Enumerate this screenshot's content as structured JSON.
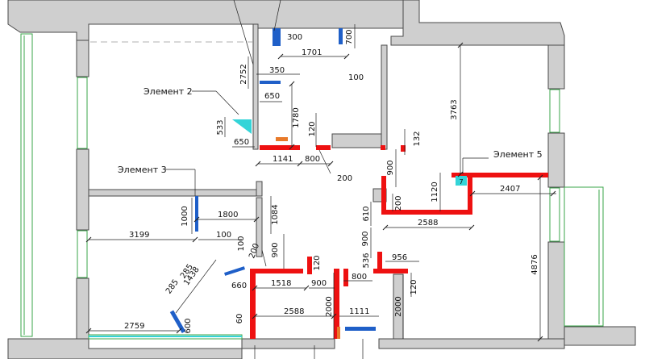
{
  "labels": {
    "element2": "Элемент 2",
    "element3": "Элемент 3",
    "element5": "Элемент 5",
    "element5_tag": "7"
  },
  "dimensions": {
    "d300": "300",
    "d700": "700",
    "d1701": "1701",
    "d350": "350",
    "d100_top": "100",
    "d2752": "2752",
    "d650_a": "650",
    "d1780": "1780",
    "d120_a": "120",
    "d533": "533",
    "d650_b": "650",
    "d1141": "1141",
    "d800_a": "800",
    "d200_a": "200",
    "d132": "132",
    "d3763": "3763",
    "d900_a": "900",
    "d1120": "1120",
    "d2407": "2407",
    "d200_b": "200",
    "d610": "610",
    "d2588_a": "2588",
    "d1000": "1000",
    "d1800": "1800",
    "d1084": "1084",
    "d3199": "3199",
    "d100_mid": "100",
    "d100_b": "100",
    "d200_c": "200",
    "d900_b": "900",
    "d900_c": "900",
    "d120_b": "120",
    "d536": "536",
    "d956": "956",
    "d285_a": "285",
    "d285_b": "285",
    "d1438": "1438",
    "d660": "660",
    "d1518": "1518",
    "d900_d": "900",
    "d800_b": "800",
    "d120_c": "120",
    "d4876": "4876",
    "d2588_b": "2588",
    "d2000_a": "2000",
    "d1111": "1111",
    "d2000_b": "2000",
    "d60": "60",
    "d2759": "2759",
    "d600": "600"
  },
  "colors": {
    "wall": "#cfcfcf",
    "wall_outline": "#4a4a4a",
    "partition_red": "#ee1111",
    "element_blue": "#1f5fc8",
    "element_cyan": "#33d4d8",
    "window_green": "#3aa64a",
    "accent_orange": "#e87a2a"
  }
}
